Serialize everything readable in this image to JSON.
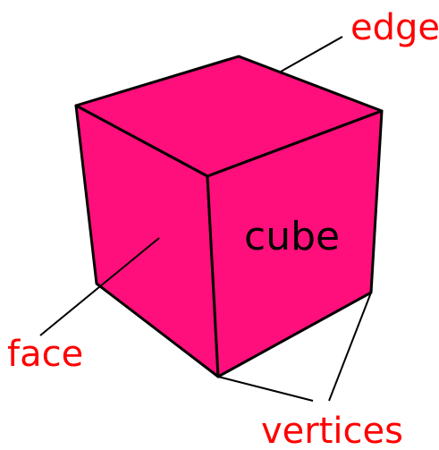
{
  "diagram": {
    "shape_label": "cube",
    "labels": {
      "edge": "edge",
      "face": "face",
      "vertices": "vertices"
    },
    "colors": {
      "cube_fill": "#ff0f7b",
      "outline": "#000000",
      "label_text": "#ff0000",
      "shape_label_text": "#000000",
      "background": "#ffffff"
    }
  }
}
